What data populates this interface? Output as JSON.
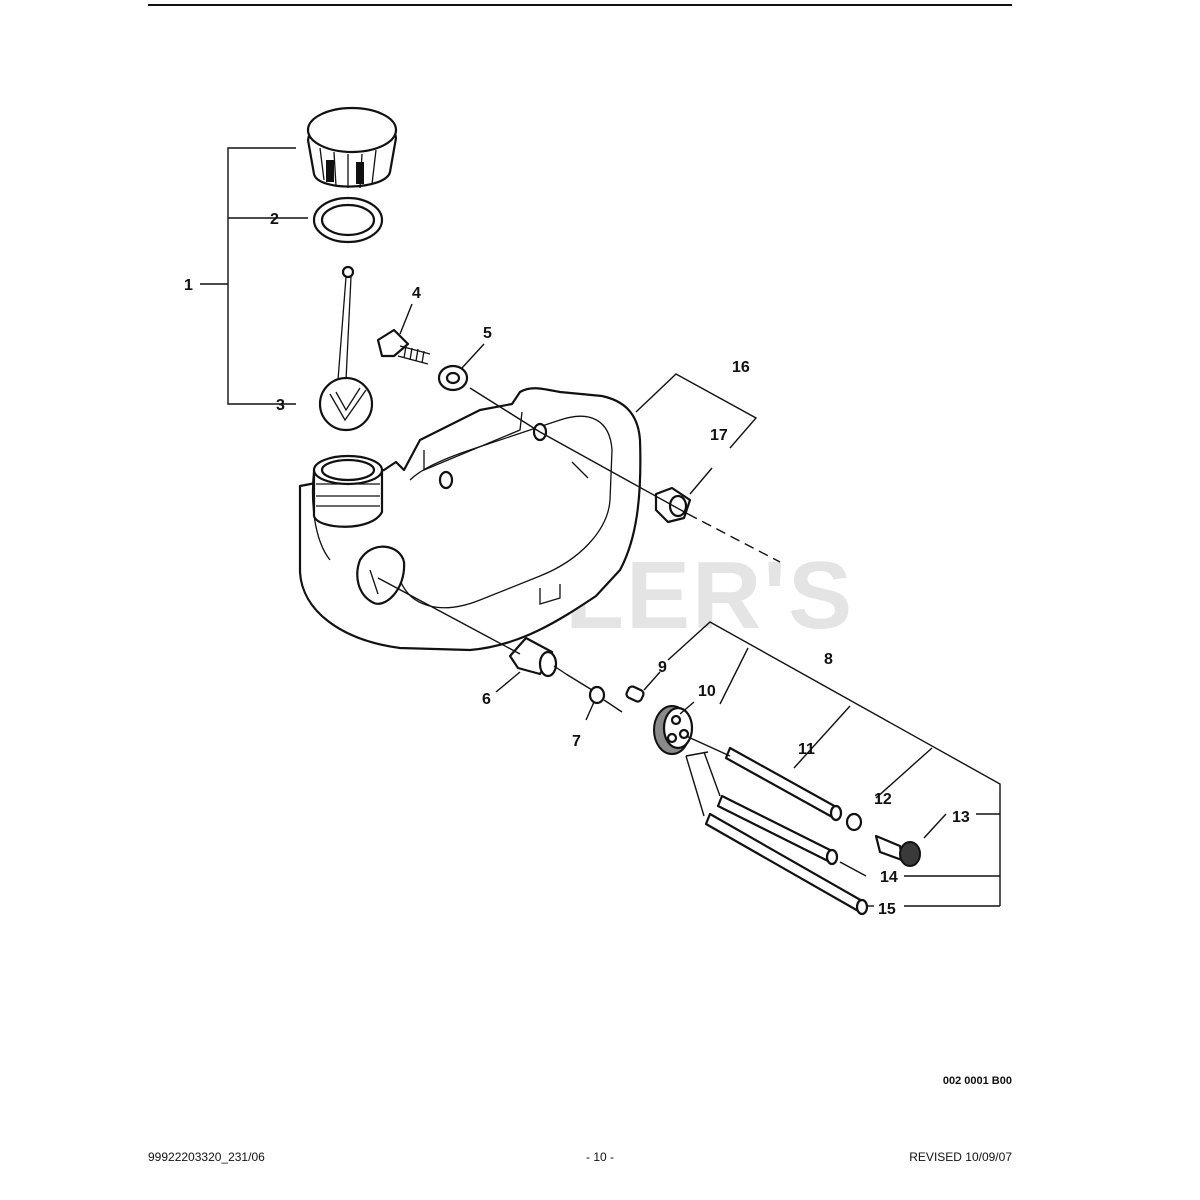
{
  "watermark": "CUTLER'S",
  "drawing_code": "002 0001 B00",
  "footer": {
    "left": "99922203320_231/06",
    "center": "- 10 -",
    "right": "REVISED 10/09/07"
  },
  "callouts": {
    "c1": "1",
    "c2": "2",
    "c3": "3",
    "c4": "4",
    "c5": "5",
    "c6": "6",
    "c7": "7",
    "c8": "8",
    "c9": "9",
    "c10": "10",
    "c11": "11",
    "c12": "12",
    "c13": "13",
    "c14": "14",
    "c15": "15",
    "c16": "16",
    "c17": "17"
  },
  "parts": [
    "fuel-cap",
    "cap-gasket",
    "cap-retainer",
    "bolt",
    "washer",
    "fuel-tank",
    "grommet",
    "tank-fitting",
    "o-ring",
    "plug",
    "fuel-grommet",
    "fuel-line",
    "fuel-filter-cap",
    "return-line",
    "fuel-line-long",
    "purge-fitting"
  ]
}
